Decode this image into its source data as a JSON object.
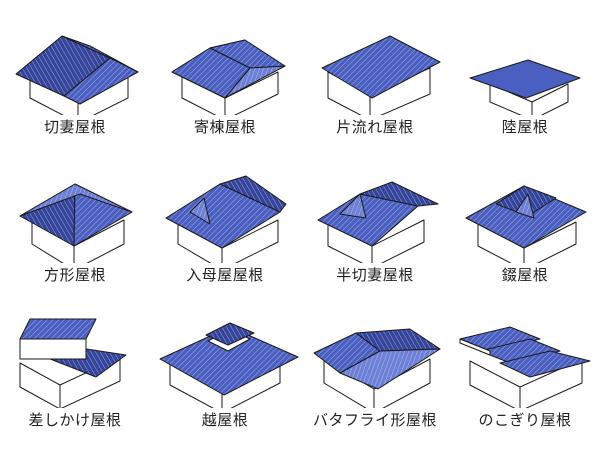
{
  "colors": {
    "roof": "#4a5fc0",
    "roof_dark": "#34449a",
    "roof_light": "#6d80d6",
    "hatch": "#dfe4ff",
    "wall": "#ffffff",
    "line": "#1a1a1a"
  },
  "roof_types": [
    {
      "id": "kirizuma",
      "label": "切妻屋根",
      "icon": "gable-roof-icon"
    },
    {
      "id": "yosemune",
      "label": "寄棟屋根",
      "icon": "hip-roof-icon"
    },
    {
      "id": "katanagare",
      "label": "片流れ屋根",
      "icon": "shed-roof-icon"
    },
    {
      "id": "rikuyane",
      "label": "陸屋根",
      "icon": "flat-roof-icon"
    },
    {
      "id": "hougyou",
      "label": "方形屋根",
      "icon": "pyramid-roof-icon"
    },
    {
      "id": "irimoya",
      "label": "入母屋屋根",
      "icon": "hip-and-gable-roof-icon"
    },
    {
      "id": "hankirizuma",
      "label": "半切妻屋根",
      "icon": "half-hip-roof-icon"
    },
    {
      "id": "shikoro",
      "label": "錣屋根",
      "icon": "shikoro-roof-icon"
    },
    {
      "id": "sashikake",
      "label": "差しかけ屋根",
      "icon": "lean-to-roof-icon"
    },
    {
      "id": "koshi",
      "label": "越屋根",
      "icon": "monitor-roof-icon"
    },
    {
      "id": "butterfly",
      "label": "バタフライ形屋根",
      "icon": "butterfly-roof-icon"
    },
    {
      "id": "nokogiri",
      "label": "のこぎり屋根",
      "icon": "sawtooth-roof-icon"
    }
  ]
}
